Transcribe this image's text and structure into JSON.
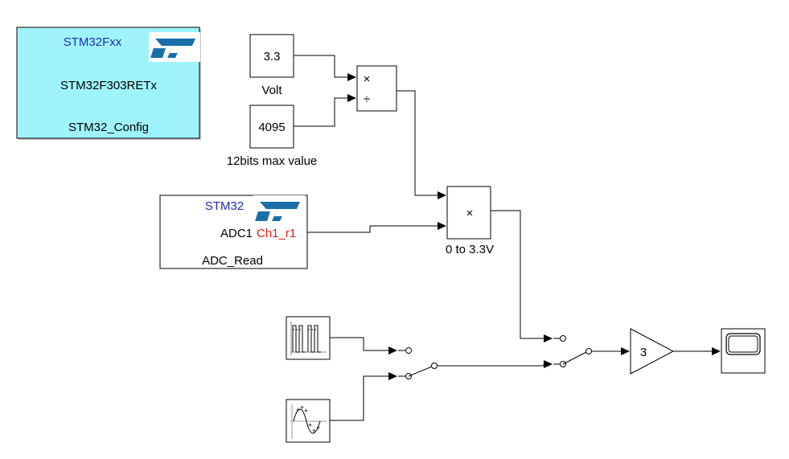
{
  "colors": {
    "config_fill": "#9ff4fb",
    "st_blue": "#1f2bb8",
    "st_logo": "#1b6ea8",
    "channel_red": "#dd1f10",
    "wire": "#000000"
  },
  "blocks": {
    "stm32_config": {
      "header": "STM32Fxx",
      "device": "STM32F303RETx",
      "name": "STM32_Config",
      "logo_icon": "st-logo-icon"
    },
    "const_volt": {
      "value": "3.3",
      "name": "Volt"
    },
    "const_max": {
      "value": "4095",
      "name": "12bits max value"
    },
    "divide": {
      "multiply_symbol": "×",
      "divide_symbol": "÷"
    },
    "adc_read": {
      "header": "STM32",
      "port": "ADC1",
      "channel": "Ch1_r1",
      "name": "ADC_Read",
      "logo_icon": "st-logo-icon"
    },
    "product": {
      "symbol": "×",
      "name": "0 to 3.3V"
    },
    "pulse_generator": {
      "icon": "pulse-train-icon"
    },
    "sine_wave": {
      "icon": "sine-wave-icon"
    },
    "manual_switch_1": {
      "icon": "switch-icon"
    },
    "manual_switch_2": {
      "icon": "switch-icon"
    },
    "gain": {
      "value": "3"
    },
    "scope": {
      "icon": "scope-icon"
    }
  }
}
